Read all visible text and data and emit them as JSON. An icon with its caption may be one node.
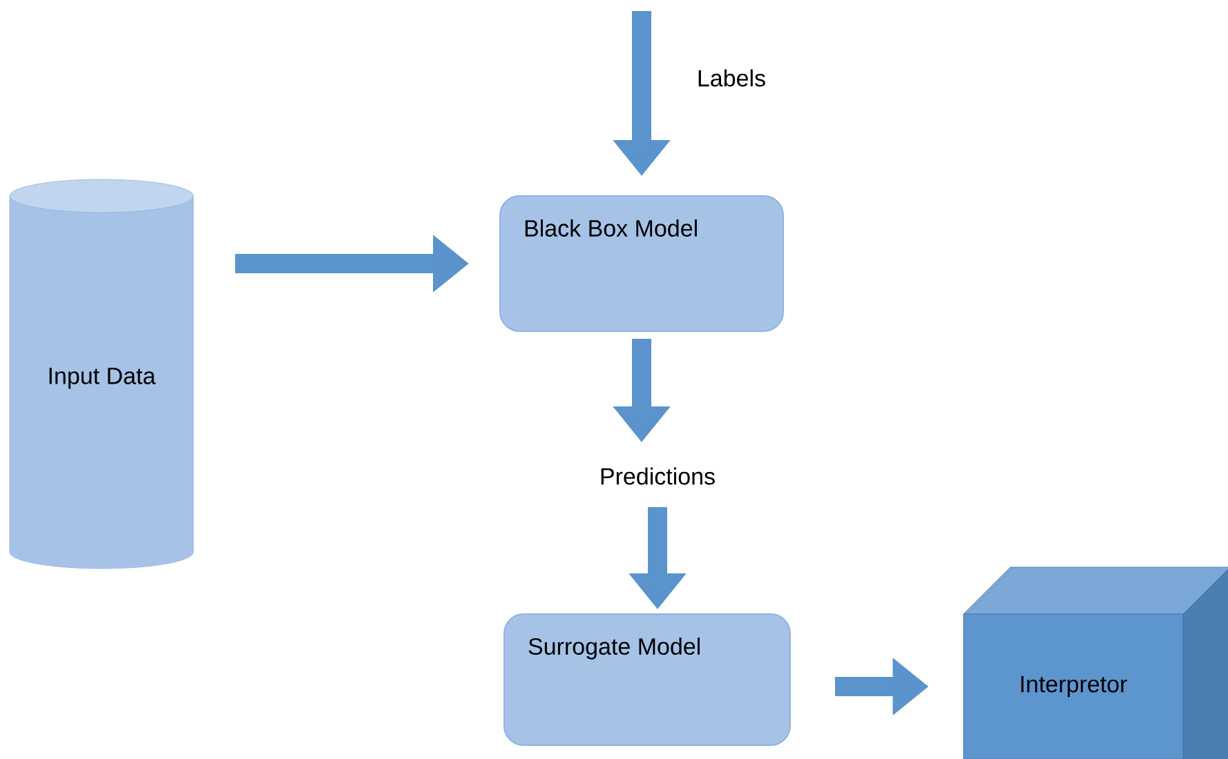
{
  "diagram": {
    "nodes": [
      {
        "text": [
          "Input Data"
        ]
      },
      {
        "text": [
          "Black Box Model"
        ]
      },
      {
        "text": [
          "Predictions"
        ]
      },
      {
        "text": [
          "Surrogate Model"
        ]
      },
      {
        "text": [
          "Interpretor"
        ]
      }
    ],
    "edges": [
      {
        "from": null,
        "to": 1,
        "arrow": "to",
        "label": "Labels"
      },
      {
        "from": 0,
        "to": 1,
        "arrow": "to"
      },
      {
        "from": 1,
        "to": 2,
        "arrow": "to"
      },
      {
        "from": 2,
        "to": 3,
        "arrow": "to"
      },
      {
        "from": 3,
        "to": 4,
        "arrow": "to"
      }
    ]
  }
}
